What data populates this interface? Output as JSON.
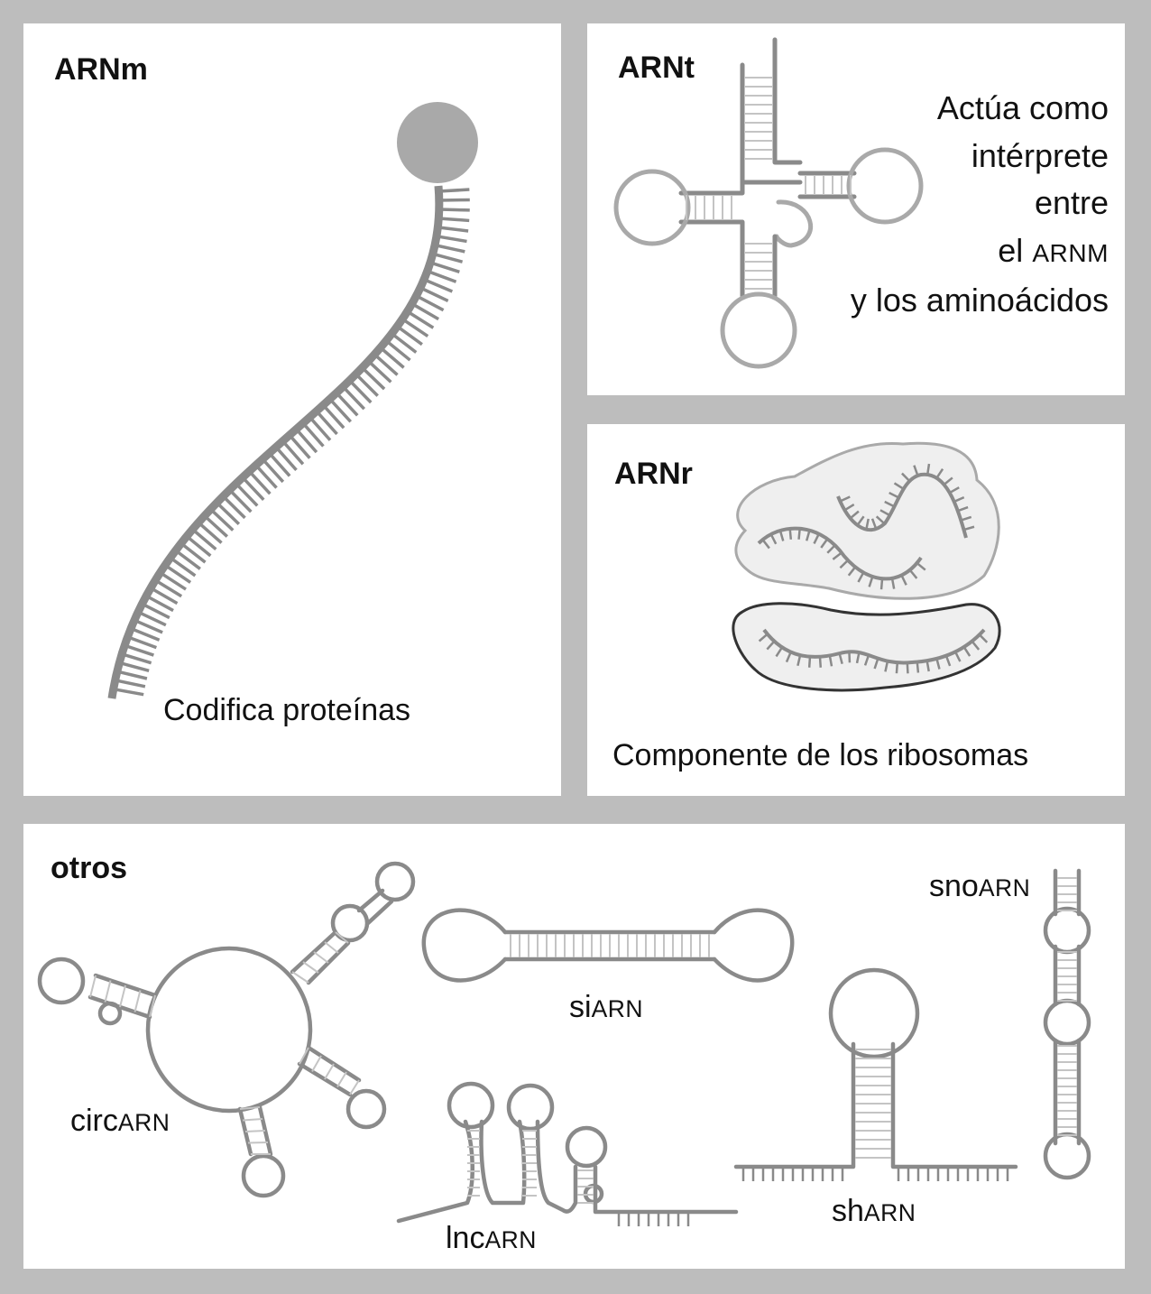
{
  "panels": {
    "mrna": {
      "title": "ARNm",
      "caption": "Codifica proteínas"
    },
    "trna": {
      "title": "ARNt",
      "desc_lines": [
        "Actúa como",
        "intérprete",
        "entre",
        "el",
        "y los aminoácidos"
      ],
      "desc_abbrev": "ARNM"
    },
    "rrna": {
      "title": "ARNr",
      "caption": "Componente de los ribosomas"
    },
    "other": {
      "title": "otros",
      "circ": {
        "prefix": "circ",
        "suffix": "ARN"
      },
      "si": {
        "prefix": "si",
        "suffix": "ARN"
      },
      "lnc": {
        "prefix": "lnc",
        "suffix": "ARN"
      },
      "sh": {
        "prefix": "sh",
        "suffix": "ARN"
      },
      "sno": {
        "prefix": "sno",
        "suffix": "ARN"
      }
    }
  },
  "colors": {
    "background": "#bdbdbd",
    "panel": "#ffffff",
    "strand": "#8a8a8a",
    "strand_light": "#bcbcbc",
    "ribosome_fill": "#eeeeee"
  }
}
